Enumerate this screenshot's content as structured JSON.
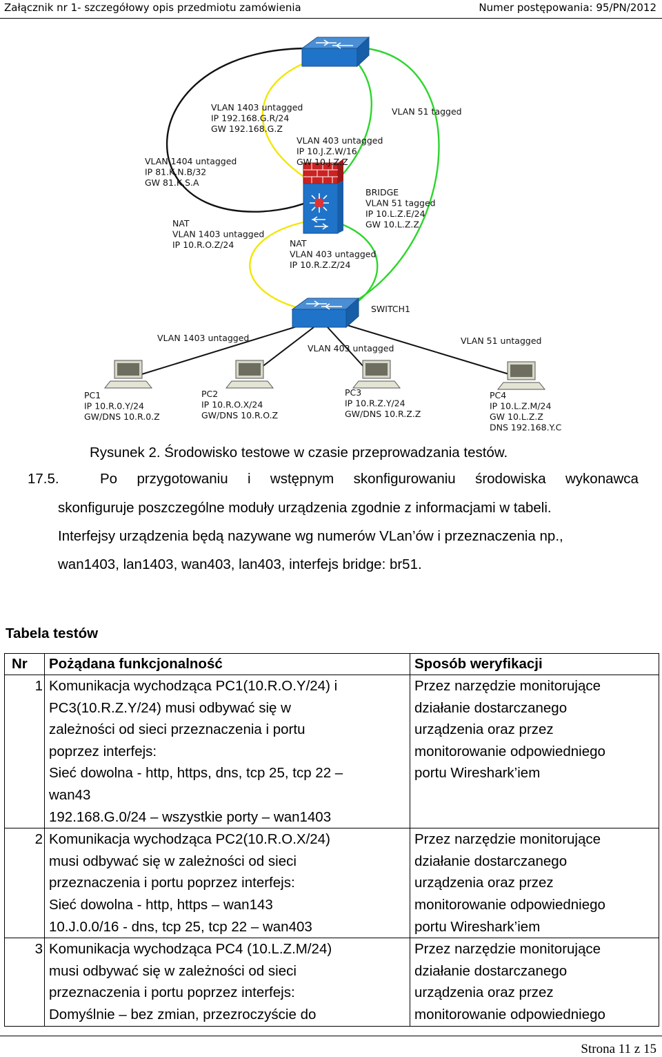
{
  "header": {
    "left": "Załącznik nr 1- szczegółowy opis przedmiotu zamówienia",
    "right": "Numer postępowania: 95/PN/2012"
  },
  "diagram": {
    "labels": {
      "vlan1403_top": [
        "VLAN 1403 untagged",
        "IP 192.168.G.R/24",
        "GW 192.168.G.Z"
      ],
      "vlan51_tagged_top": [
        "VLAN 51 tagged"
      ],
      "vlan403_top": [
        "VLAN 403 untagged",
        "IP 10.J.Z.W/16",
        "GW 10.J.Z.Z"
      ],
      "vlan1404": [
        "VLAN 1404 untagged",
        "IP 81.K.N.B/32",
        "GW 81.K.S.A"
      ],
      "bridge": [
        "BRIDGE",
        "VLAN 51 tagged",
        "IP 10.L.Z.E/24",
        "GW 10.L.Z.Z"
      ],
      "nat_left": [
        "NAT",
        "VLAN 1403 untagged",
        "IP 10.R.O.Z/24"
      ],
      "nat_right": [
        "NAT",
        "VLAN 403 untagged",
        "IP 10.R.Z.Z/24"
      ],
      "switch1": [
        "SWITCH1"
      ],
      "link_1403": [
        "VLAN 1403 untagged"
      ],
      "link_403": [
        "VLAN 403 untagged"
      ],
      "link_51": [
        "VLAN 51 untagged"
      ],
      "pc1": [
        "PC1",
        "IP 10.R.0.Y/24",
        "GW/DNS 10.R.0.Z"
      ],
      "pc2": [
        "PC2",
        "IP 10.R.O.X/24",
        "GW/DNS 10.R.O.Z"
      ],
      "pc3": [
        "PC3",
        "IP 10.R.Z.Y/24",
        "GW/DNS 10.R.Z.Z"
      ],
      "pc4": [
        "PC4",
        "IP 10.L.Z.M/24",
        "GW 10.L.Z.Z",
        "DNS 192.168.Y.C"
      ]
    },
    "colors": {
      "black_link": "#111111",
      "yellow_link": "#f2e600",
      "green_link": "#2bd62b",
      "device_blue": "#1f73c9",
      "firewall_red": "#cc2222"
    }
  },
  "caption": "Rysunek 2. Środowisko testowe w czasie przeprowadzania testów.",
  "section": {
    "number": "17.5.",
    "line1_words": [
      "Po",
      "przygotowaniu",
      "i",
      "wstępnym",
      "skonfigurowaniu",
      "środowiska",
      "wykonawca"
    ],
    "line2": "skonfiguruje poszczególne moduły urządzenia zgodnie z informacjami w tabeli.",
    "line3": "Interfejsy urządzenia będą nazywane wg numerów VLan’ów i przeznaczenia np.,",
    "line4": "wan1403, lan1403, wan403, lan403, interfejs bridge: br51."
  },
  "table": {
    "title": "Tabela testów",
    "headers": {
      "nr": "Nr",
      "func": "Pożądana funkcjonalność",
      "verify": "Sposób weryfikacji"
    },
    "rows": [
      {
        "nr": "1",
        "func": [
          "Komunikacja wychodząca PC1(10.R.O.Y/24) i",
          "PC3(10.R.Z.Y/24) musi odbywać się w",
          "zależności od sieci przeznaczenia i portu",
          "poprzez interfejs:",
          "Sieć dowolna - http, https, dns, tcp 25, tcp 22 –",
          "wan43",
          "192.168.G.0/24 – wszystkie porty – wan1403"
        ],
        "verify": [
          "Przez narzędzie monitorujące",
          "działanie dostarczanego",
          "urządzenia oraz przez",
          "monitorowanie odpowiedniego",
          "portu Wireshark’iem"
        ]
      },
      {
        "nr": "2",
        "func": [
          "Komunikacja wychodząca PC2(10.R.O.X/24)",
          "musi odbywać się w zależności od sieci",
          "przeznaczenia i portu poprzez interfejs:",
          "Sieć dowolna - http, https – wan143",
          "10.J.0.0/16 - dns, tcp 25, tcp 22 – wan403"
        ],
        "verify": [
          "Przez narzędzie monitorujące",
          "działanie dostarczanego",
          "urządzenia oraz przez",
          "monitorowanie odpowiedniego",
          "portu Wireshark’iem"
        ]
      },
      {
        "nr": "3",
        "func": [
          "Komunikacja wychodząca PC4 (10.L.Z.M/24)",
          "musi odbywać się w zależności od sieci",
          "przeznaczenia i portu poprzez interfejs:",
          "Domyślnie – bez zmian, przezroczyście do"
        ],
        "verify": [
          "Przez narzędzie monitorujące",
          "działanie dostarczanego",
          "urządzenia oraz przez",
          "monitorowanie odpowiedniego"
        ]
      }
    ]
  },
  "footer": "Strona 11 z 15"
}
